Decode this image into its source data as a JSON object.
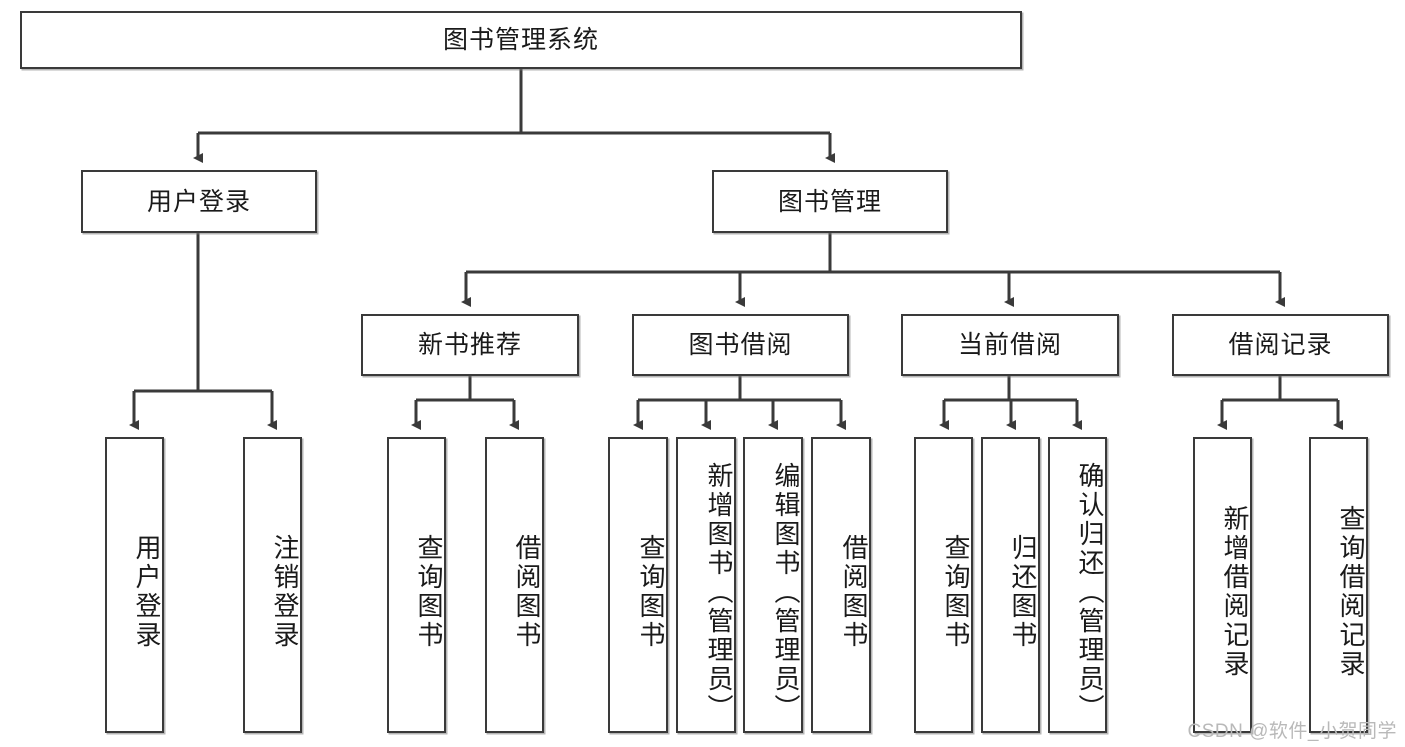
{
  "diagram": {
    "title_node": {
      "label": "图书管理系统"
    },
    "level2": [
      {
        "id": "user-login",
        "label": "用户登录"
      },
      {
        "id": "book-management",
        "label": "图书管理"
      }
    ],
    "level3": [
      {
        "id": "new-book-recommend",
        "label": "新书推荐"
      },
      {
        "id": "book-borrow",
        "label": "图书借阅"
      },
      {
        "id": "current-borrow",
        "label": "当前借阅"
      },
      {
        "id": "borrow-record",
        "label": "借阅记录"
      }
    ],
    "leaves": {
      "user_login": [
        {
          "id": "leaf-user-login",
          "label": "用户登录"
        },
        {
          "id": "leaf-logout-login",
          "label": "注销登录"
        }
      ],
      "new_book_recommend": [
        {
          "id": "leaf-query-book-1",
          "label": "查询图书"
        },
        {
          "id": "leaf-borrow-book-1",
          "label": "借阅图书"
        }
      ],
      "book_borrow": [
        {
          "id": "leaf-query-book-2",
          "label": "查询图书"
        },
        {
          "id": "leaf-add-book",
          "label": "新增图书（管理员）"
        },
        {
          "id": "leaf-edit-book",
          "label": "编辑图书（管理员）"
        },
        {
          "id": "leaf-borrow-book-2",
          "label": "借阅图书"
        }
      ],
      "current_borrow": [
        {
          "id": "leaf-query-book-3",
          "label": "查询图书"
        },
        {
          "id": "leaf-return-book",
          "label": "归还图书"
        },
        {
          "id": "leaf-confirm-return",
          "label": "确认归还（管理员）"
        }
      ],
      "borrow_record": [
        {
          "id": "leaf-add-record",
          "label": "新增借阅记录"
        },
        {
          "id": "leaf-query-record",
          "label": "查询借阅记录"
        }
      ]
    }
  },
  "watermark": {
    "text": "CSDN @软件_小贺同学"
  },
  "colors": {
    "border": "#3a3a3a",
    "background": "#ffffff",
    "text": "#1a1a1a",
    "watermark": "#b9b9b9"
  }
}
